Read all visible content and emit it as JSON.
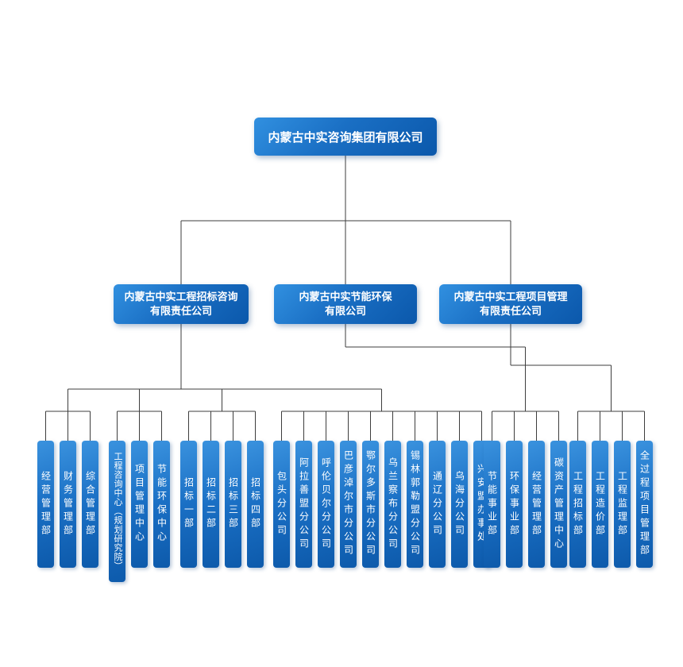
{
  "colors": {
    "node_blue_light": "#3a92de",
    "node_blue_dark": "#0d5aab",
    "line": "#3d3d3d",
    "text": "#ffffff",
    "background": "#ffffff"
  },
  "root": {
    "label": "内蒙古中实咨询集团有限公司"
  },
  "companies": {
    "bidding": {
      "line1": "内蒙古中实工程招标咨询",
      "line2": "有限责任公司"
    },
    "energy": {
      "line1": "内蒙古中实节能环保",
      "line2": "有限公司"
    },
    "project": {
      "line1": "内蒙古中实工程项目管理",
      "line2": "有限责任公司"
    }
  },
  "departments": {
    "bidding_admin": [
      "经营管理部",
      "财务管理部",
      "综合管理部"
    ],
    "bidding_centers": [
      "工程咨询中心（规划研究院）",
      "项目管理中心",
      "节能环保中心"
    ],
    "bidding_tender": [
      "招标一部",
      "招标二部",
      "招标三部",
      "招标四部"
    ],
    "bidding_branches": [
      "包头分公司",
      "阿拉善盟分公司",
      "呼伦贝尔分公司",
      "巴彦淖尔市分公司",
      "鄂尔多斯市分公司",
      "乌兰察布分公司",
      "锡林郭勒盟分公司",
      "通辽分公司",
      "乌海分公司",
      "兴安盟办事处"
    ],
    "energy_depts": [
      "节能事业部",
      "环保事业部",
      "经营管理部",
      "碳资产管理中心"
    ],
    "project_depts": [
      "工程招标部",
      "工程造价部",
      "工程监理部",
      "全过程项目管理部"
    ]
  }
}
